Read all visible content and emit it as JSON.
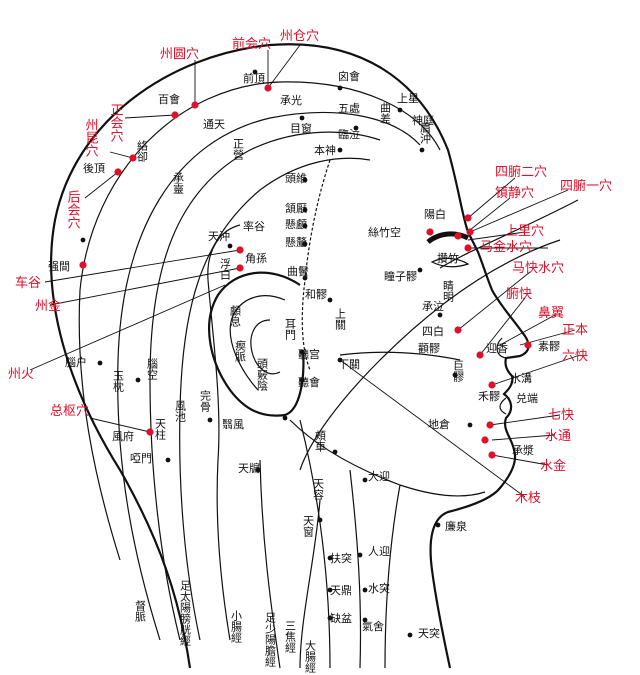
{
  "colors": {
    "ink": "#111111",
    "extra_point": "#e0102a",
    "background": "#ffffff"
  },
  "labels_red": {
    "zhou_yuan": "州圆穴",
    "qian_hui": "前会穴",
    "zhou_cang": "州仓穴",
    "zheng_hui": "正会穴",
    "zhou_kun": "州昆穴",
    "hou_hui": "后会穴",
    "che_gu": "车谷",
    "zhou_jin": "州金",
    "zhou_huo": "州火",
    "zong_shu": "总枢穴",
    "si_feng_er": "四腑二穴",
    "zhen_jing": "镇静穴",
    "si_feng_yi": "四腑一穴",
    "shang_li": "上里穴",
    "ma_jin_shui": "马金水穴",
    "ma_kuai_shui": "马快水穴",
    "fu_kuai": "腑快",
    "bi_yi": "鼻翼",
    "zheng_ben": "正本",
    "liu_kuai": "六快",
    "qi_kuai": "七快",
    "shui_tong": "水通",
    "shui_jin": "水金",
    "mu_zhi": "木枝"
  },
  "labels_black": {
    "qian_ding": "前頂",
    "xin_hui": "囟會",
    "shang_xing": "上星",
    "bai_hui": "百會",
    "cheng_guang": "承光",
    "wu_chu": "五處",
    "qu_cha": "曲差",
    "shen_ting": "神庭",
    "tong_tian": "通天",
    "mu_chuang": "目窗",
    "lin_qi": "臨泣",
    "mei_chong": "眉沖",
    "luo_que": "絡卻",
    "zheng_ying": "正營",
    "ben_shen": "本神",
    "hou_ding": "後頂",
    "cheng_ling": "承靈",
    "tou_wei": "頭維",
    "han_yan": "頷厭",
    "xuan_lu": "懸顱",
    "xuan_li": "懸釐",
    "yang_bai": "陽白",
    "tian_chong": "天沖",
    "shuai_gu": "率谷",
    "si_zhu_kong": "絲竹空",
    "zan_zhu": "攢竹",
    "qiang_jian": "强間",
    "fu_bai": "浮白",
    "jiao_sun": "角孫",
    "qu_bin": "曲鬢",
    "he_liao": "和髎",
    "tong_zi_liao": "瞳子髎",
    "jing_ming": "睛明",
    "cheng_qi": "承泣",
    "luo_xi": "顱息",
    "er_men": "耳門",
    "shang_guan": "上關",
    "si_bai": "四白",
    "nao_hu": "腦户",
    "yu_zhen": "玉枕",
    "nao_kong": "腦空",
    "qi_mai": "瘈脈",
    "wan_gu": "完骨",
    "tou_qiao_yin": "頭竅陰",
    "ting_gong": "聽宫",
    "ting_hui": "聽會",
    "xia_guan": "下關",
    "quan_liao": "顴髎",
    "ju_liao": "巨髎",
    "ying_xiang": "迎香",
    "su_liao": "素髎",
    "shui_gou": "水溝",
    "he_liao_nose": "禾髎",
    "dui_duan": "兑端",
    "feng_fu": "風府",
    "tian_zhu": "天柱",
    "feng_chi": "風池",
    "yi_feng": "翳風",
    "di_cang": "地倉",
    "cheng_jiang": "承漿",
    "ya_men": "啞門",
    "jia_che": "頰車",
    "tian_you": "天牖",
    "da_ying": "大迎",
    "tian_rong": "天容",
    "lian_quan": "廉泉",
    "tian_chuang": "天窗",
    "ren_ying": "人迎",
    "fu_tu": "扶突",
    "tian_ding": "天鼎",
    "shui_tu": "水突",
    "que_pen": "缺盆",
    "qi_she": "氣舍",
    "tian_tu": "天突",
    "du_mai": "督脈",
    "meridian_taiyang": "足太陽膀胱經",
    "meridian_shaoyang": "足少陽膽經",
    "meridian_xiaochang": "小腸經",
    "meridian_sanjiao": "三焦經",
    "meridian_dachang": "大腸經"
  }
}
